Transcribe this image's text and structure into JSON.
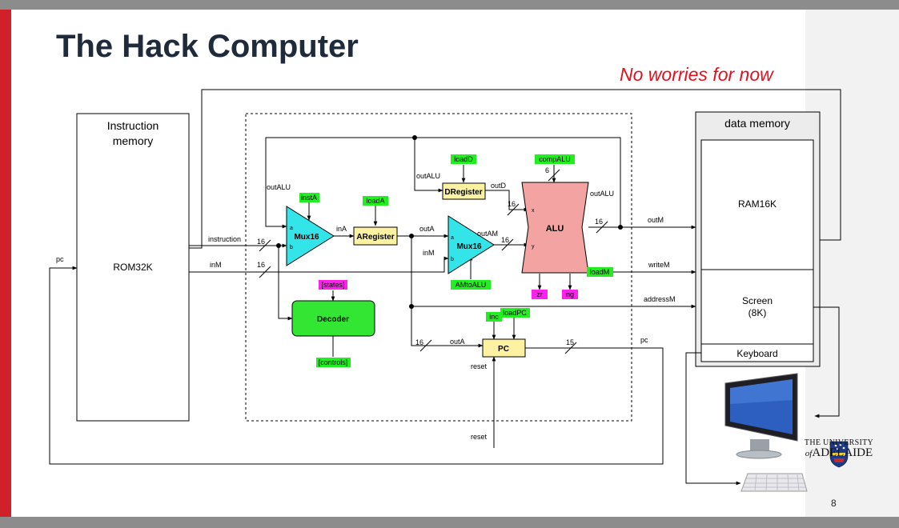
{
  "slide": {
    "title": "The Hack Computer",
    "note": "No worries for now",
    "page_number": "8"
  },
  "logo": {
    "line1": "THE UNIVERSITY",
    "line2_prefix": "of",
    "line2_main": "ADELAIDE"
  },
  "colors": {
    "brand_red": "#d0202a",
    "mux_cyan": "#33e5e8",
    "alu_pink": "#f4a3a3",
    "register_yellow": "#fdf2a2",
    "decoder_green": "#33e633",
    "signal_green": "#22ee22",
    "status_magenta": "#ff22ee"
  },
  "diagram": {
    "instruction_memory": {
      "title_line1": "Instruction",
      "title_line2": "memory",
      "chip": "ROM32K"
    },
    "data_memory": {
      "title": "data memory",
      "ram": "RAM16K",
      "screen_line1": "Screen",
      "screen_line2": "(8K)",
      "keyboard": "Keyboard"
    },
    "components": {
      "mux_a": "Mux16",
      "mux_alu": "Mux16",
      "a_register": "ARegister",
      "d_register": "DRegister",
      "alu": "ALU",
      "decoder": "Decoder",
      "pc": "PC"
    },
    "control_labels": {
      "instA": "instA",
      "loadA": "loadA",
      "loadD": "loadD",
      "compALU": "compALU",
      "AMtoALU": "AMtoALU",
      "loadM": "loadM",
      "inc": "inc",
      "loadPC": "loadPC"
    },
    "status_labels": {
      "states": "[states]",
      "zr": "zr",
      "ng": "ng"
    },
    "decoder_out": "[controls]",
    "wire_labels": {
      "outALU_left": "outALU",
      "outALU_mid": "outALU",
      "outALU_right": "outALU",
      "instruction": "instruction",
      "inM_left": "inM",
      "inM_mid": "inM",
      "inA": "inA",
      "outA_1": "outA",
      "outA_2": "outA",
      "outAM": "outAM",
      "outD": "outD",
      "outM": "outM",
      "writeM": "writeM",
      "addressM": "addressM",
      "pc_left": "pc",
      "pc_right": "pc",
      "reset_pc": "reset",
      "reset_bottom": "reset",
      "port_a1": "a",
      "port_b1": "b",
      "port_a2": "a",
      "port_b2": "b",
      "port_x": "x",
      "port_y": "y"
    },
    "bus_widths": {
      "w_instr": "16",
      "w_inM": "16",
      "w_outD": "16",
      "w_mux2": "16",
      "w_alu_out": "16",
      "w_pc_in": "16",
      "w_pc_out": "15",
      "w_comp": "6"
    }
  }
}
